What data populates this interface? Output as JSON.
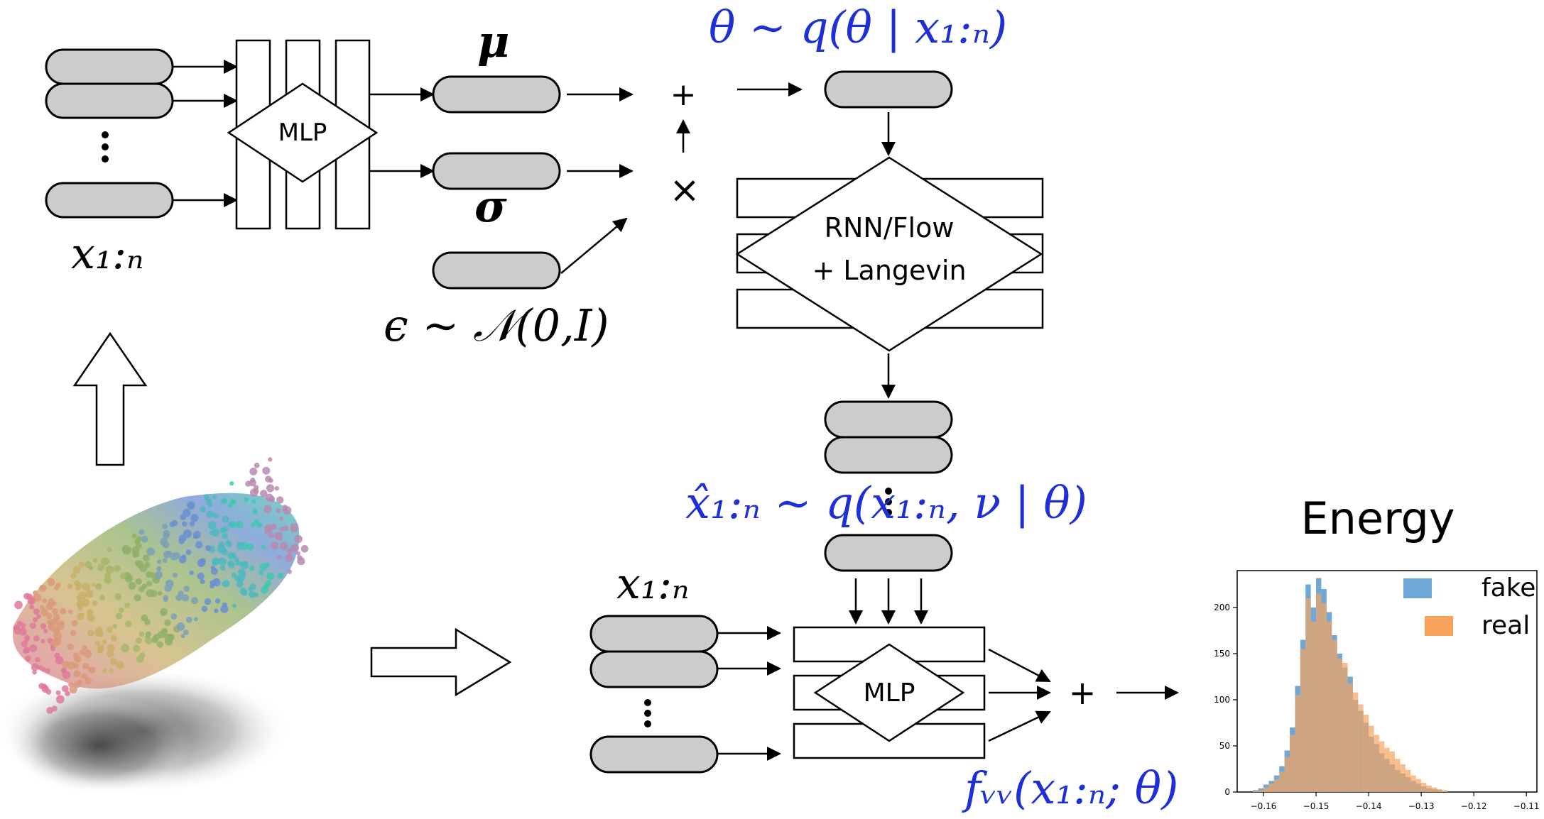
{
  "colors": {
    "pill_fill": "#cccccc",
    "math_blue": "#1f2fd6",
    "fake_series": "#6fa8d6",
    "real_series": "#f7a35c",
    "overlap": "#c79a78"
  },
  "encoder": {
    "mlp_label": "MLP",
    "input_label": "x₁:ₙ",
    "mu_label": "μ",
    "sigma_label": "σ",
    "epsilon_label": "ϵ ∼ 𝒩(0,I)",
    "plus_op": "+",
    "times_op": "×"
  },
  "posterior": {
    "theta_label": "θ ∼ q(θ | x₁:ₙ)",
    "rnn_label_line1": "RNN/Flow",
    "rnn_label_line2": "+ Langevin"
  },
  "generator": {
    "xhat_label": "x̂₁:ₙ ∼ q(x₁:ₙ, ν | θ)"
  },
  "energy_net": {
    "input_label": "x₁:ₙ",
    "mlp_label": "MLP",
    "plus_op": "+",
    "output_label": "fᵥᵥ(x₁:ₙ; θ)"
  },
  "icons": {
    "up_arrow": "hollow-up-arrow-icon",
    "right_arrow": "hollow-right-arrow-icon",
    "vertical_ellipsis": "vertical-ellipsis-icon",
    "point_cloud": "point-cloud-image"
  },
  "chart_data": {
    "type": "histogram",
    "title": "Energy",
    "xlim": [
      -0.165,
      -0.108
    ],
    "ylim": [
      0,
      240
    ],
    "x_ticks": [
      -0.16,
      -0.15,
      -0.14,
      -0.13,
      -0.12,
      -0.11
    ],
    "x_tick_labels": [
      "−0.16",
      "−0.15",
      "−0.14",
      "−0.13",
      "−0.12",
      "−0.11"
    ],
    "y_ticks": [
      0,
      50,
      100,
      150,
      200
    ],
    "y_tick_labels": [
      "0",
      "50",
      "100",
      "150",
      "200"
    ],
    "legend_position": "top-right",
    "bin_width": 0.001,
    "bin_start": -0.162,
    "series": [
      {
        "name": "fake",
        "color": "#6fa8d6",
        "values": [
          2,
          4,
          8,
          12,
          18,
          28,
          45,
          70,
          115,
          165,
          225,
          200,
          232,
          220,
          195,
          170,
          150,
          135,
          125,
          100,
          88,
          75,
          60,
          52,
          42,
          36,
          30,
          24,
          20,
          16,
          12,
          9,
          6,
          4,
          3,
          2,
          1
        ]
      },
      {
        "name": "real",
        "color": "#f7a35c",
        "values": [
          1,
          2,
          5,
          9,
          14,
          22,
          38,
          62,
          105,
          155,
          210,
          185,
          215,
          205,
          185,
          165,
          145,
          140,
          118,
          108,
          95,
          84,
          72,
          62,
          55,
          48,
          44,
          36,
          30,
          24,
          18,
          14,
          10,
          7,
          5,
          3,
          2
        ]
      }
    ]
  }
}
